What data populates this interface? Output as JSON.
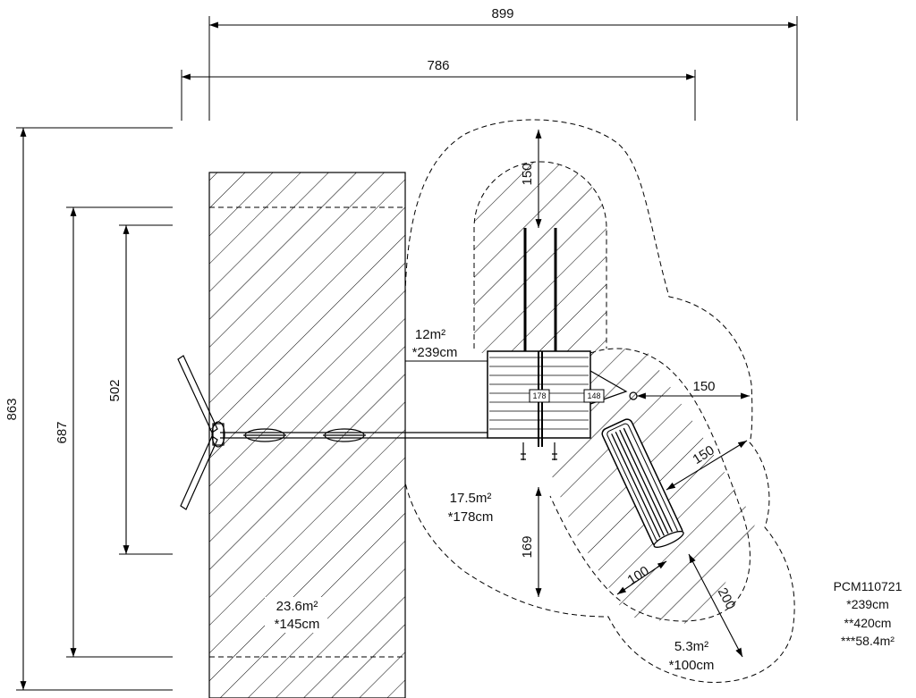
{
  "dimensions": {
    "total_width": "899",
    "frame_width": "786",
    "total_depth": "863",
    "swing_zone_length": "687",
    "swing_frame_length": "502",
    "tower_clearance_top": "150",
    "slide_clearance_side": "150",
    "slide_clearance_diag": "150",
    "clearance_bottom": "169",
    "slide_exit_width": "100",
    "slide_exit_length": "200"
  },
  "tags": {
    "platform_height": "178",
    "slide_platform_height": "148"
  },
  "zones": [
    {
      "area": "12m²",
      "fall_height": "*239cm"
    },
    {
      "area": "17.5m²",
      "fall_height": "*178cm"
    },
    {
      "area": "23.6m²",
      "fall_height": "*145cm"
    },
    {
      "area": "5.3m²",
      "fall_height": "*100cm"
    }
  ],
  "model": {
    "code": "PCM110721",
    "max_fall_height": "*239cm",
    "max_height": "**420cm",
    "total_area": "***58.4m²"
  },
  "colors": {
    "line": "#000000",
    "background": "#ffffff"
  }
}
